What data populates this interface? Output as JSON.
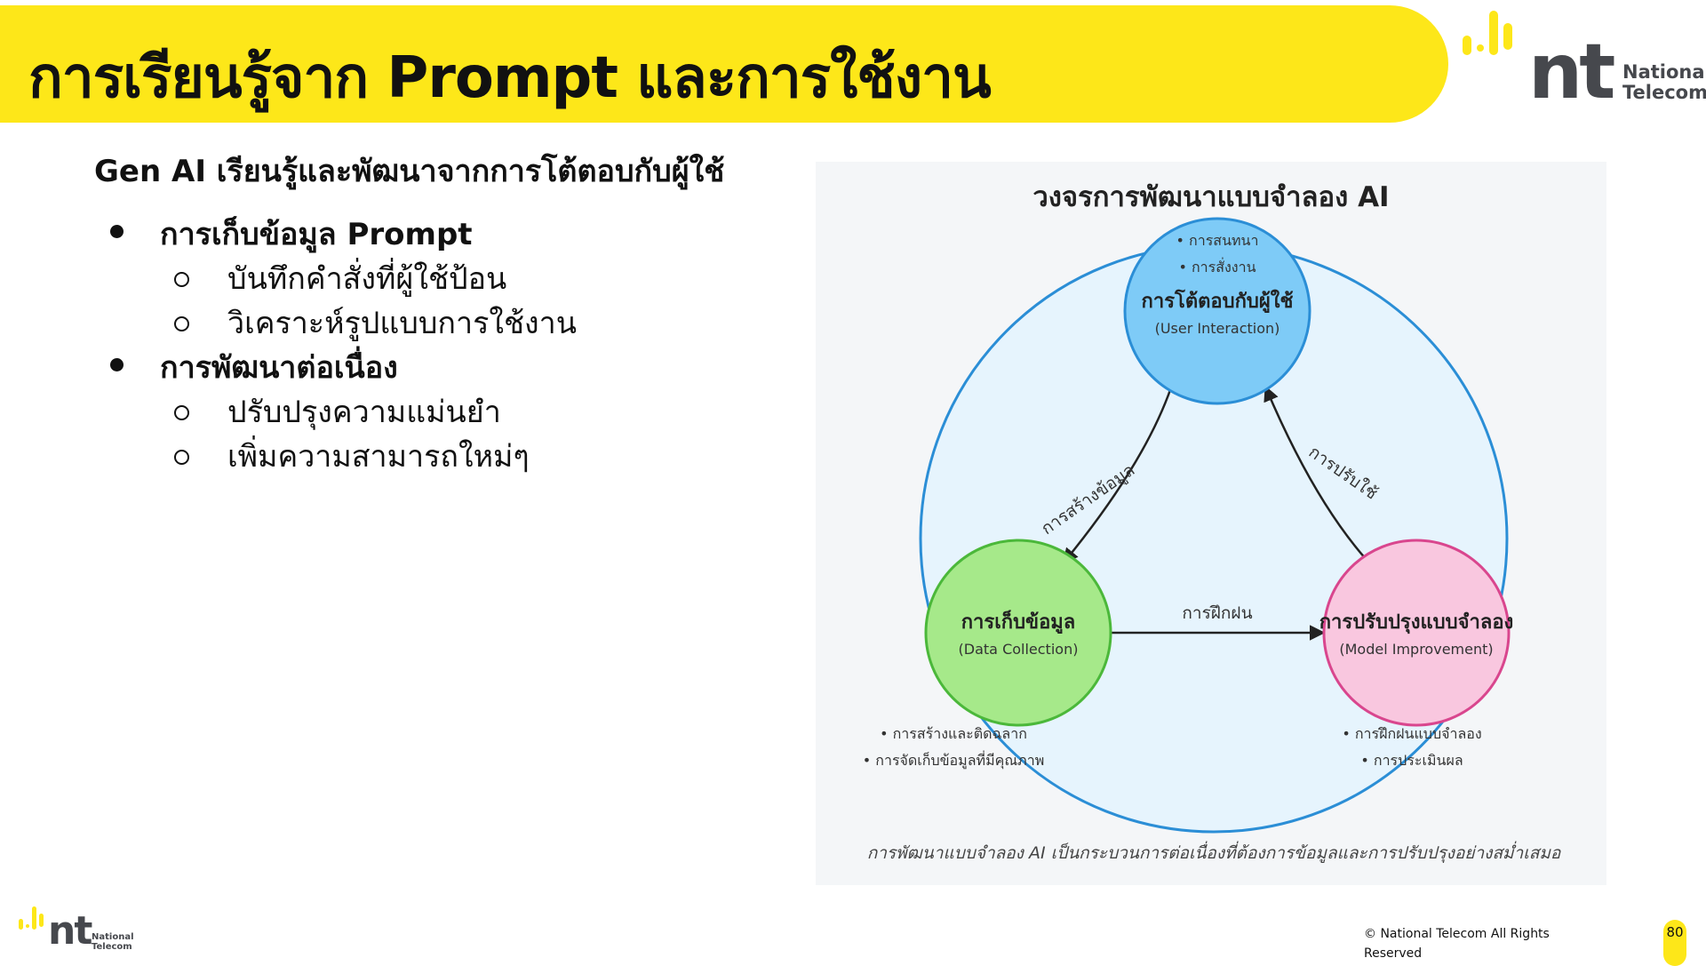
{
  "slide": {
    "title": "การเรียนรู้จาก  Prompt และการใช้งาน",
    "heading": "Gen AI เรียนรู้และพัฒนาจากการโต้ตอบกับผู้ใช้",
    "bullets": [
      {
        "label": "การเก็บข้อมูล Prompt",
        "subs": [
          "บันทึกคำสั่งที่ผู้ใช้ป้อน",
          "วิเคราะห์รูปแบบการใช้งาน"
        ]
      },
      {
        "label": "การพัฒนาต่อเนื่อง",
        "subs": [
          "ปรับปรุงความแม่นยำ",
          "เพิ่มความสามารถใหม่ๆ"
        ]
      }
    ]
  },
  "brand": {
    "logo_text": "nt",
    "line1": "National",
    "line2": "Telecom"
  },
  "diagram": {
    "title": "วงจรการพัฒนาแบบจำลอง AI",
    "top_node": {
      "title": "การโต้ตอบกับผู้ใช้",
      "subtitle": "(User Interaction)",
      "points": [
        "• การสนทนา",
        "• การสั่งงาน"
      ]
    },
    "left_node": {
      "title": "การเก็บข้อมูล",
      "subtitle": "(Data Collection)",
      "points": [
        "• การสร้างและติดฉลาก",
        "• การจัดเก็บข้อมูลที่มีคุณภาพ"
      ]
    },
    "right_node": {
      "title": "การปรับปรุงแบบจำลอง",
      "subtitle": "(Model Improvement)",
      "points": [
        "• การฝึกฝนแบบจำลอง",
        "• การประเมินผล"
      ]
    },
    "arrow_left": "การสร้างข้อมูล",
    "arrow_bottom": "การฝึกฝน",
    "arrow_right": "การปรับใช้",
    "caption": "การพัฒนาแบบจำลอง AI เป็นกระบวนการต่อเนื่องที่ต้องการข้อมูลและการปรับปรุงอย่างสม่ำเสมอ",
    "colors": {
      "top": "#7ecbf7",
      "left": "#a6e98a",
      "right": "#f9c7df",
      "ring": "#2b8ed6"
    }
  },
  "footer": {
    "copyright": "© National Telecom All Rights Reserved",
    "page_number": "80"
  }
}
